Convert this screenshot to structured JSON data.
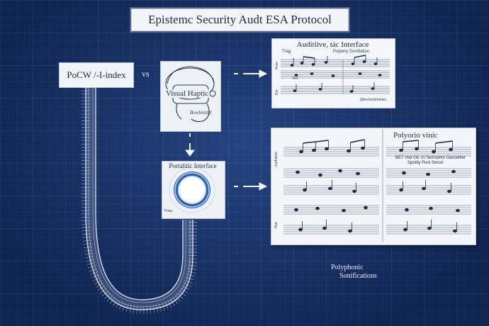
{
  "title": "Epistemc Security Audt ESA Protocol",
  "left_node": {
    "label": "PoCW /-I-index"
  },
  "vs_label": "vs",
  "visual_haptic": {
    "label": "Visual  Haptic",
    "sublabel": "Bowbmitfd"
  },
  "portal": {
    "label": "Portalitic Interface",
    "corner_label": "Vimc"
  },
  "auditory_sheet": {
    "title": "Auditiive, tác Interface",
    "left_label": "Trag",
    "right_label": "Polyeny Sonifiation",
    "footer": "@lecliurdomines",
    "staff_labels": [
      "Naw",
      "3rd",
      "Ets"
    ]
  },
  "score_book": {
    "page_title": "Polyorio vinic",
    "line1": "BET Vod GE  VI  Techsenct Gaccehler",
    "line2": "Spotity Punt Sorurr",
    "staff_labels": [
      "Audatine",
      "Nar"
    ]
  },
  "bottom_caption": [
    "Polyphonic",
    "Sonifications"
  ],
  "colors": {
    "background": "#17336b",
    "card": "#f1f4f8",
    "line": "#e6ecf7",
    "portal_ring": "#3a74c4"
  }
}
